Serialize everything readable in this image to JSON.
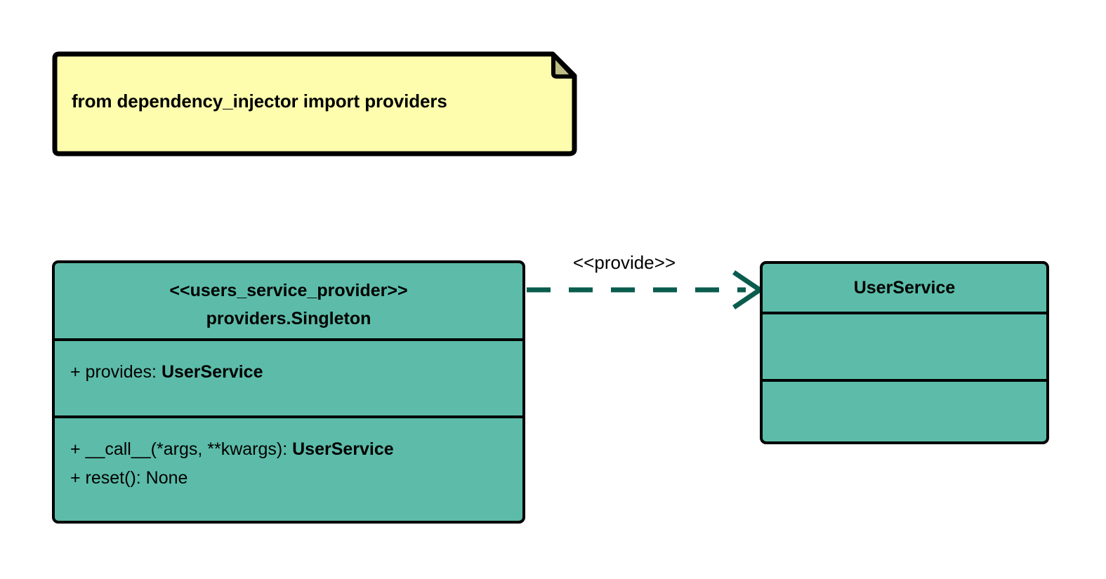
{
  "diagram": {
    "type": "uml-class-diagram",
    "background": "#ffffff",
    "note": {
      "text": "from dependency_injector import providers",
      "fill": "#FDFDAD",
      "border": "#000000",
      "fold_fill": "#BDBD85"
    },
    "classes": [
      {
        "id": "provider",
        "stereotype": "<<users_service_provider>>",
        "name": "providers.Singleton",
        "title": "<<users_service_provider>>\nproviders.Singleton",
        "fill": "#5CBCA9",
        "border": "#000000",
        "attributes": [
          {
            "visibility": "+",
            "label": "+ provides: ",
            "type": "UserService"
          }
        ],
        "operations": [
          {
            "visibility": "+",
            "label": "+ __call__(*args, **kwargs): ",
            "type": "UserService"
          },
          {
            "visibility": "+",
            "label": "+ reset(): None",
            "type": ""
          }
        ]
      },
      {
        "id": "userservice",
        "stereotype": "",
        "name": "UserService",
        "title": "UserService",
        "fill": "#5CBCA9",
        "border": "#000000",
        "attributes": [],
        "operations": []
      }
    ],
    "edges": [
      {
        "id": "provide-dependency",
        "from": "provider",
        "to": "userservice",
        "label": "<<provide>>",
        "style": "dashed",
        "arrow": "open",
        "color": "#0A5C4E"
      }
    ]
  }
}
